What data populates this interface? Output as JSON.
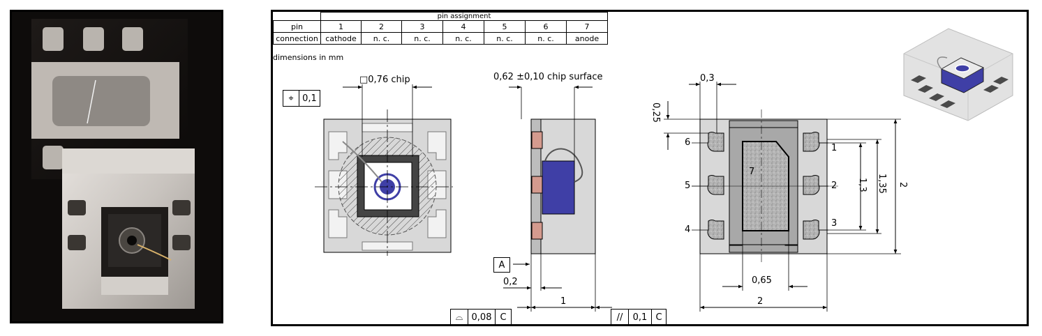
{
  "pin_table": {
    "title": "pin assignment",
    "row_headers": [
      "pin",
      "connection"
    ],
    "pins": [
      "1",
      "2",
      "3",
      "4",
      "5",
      "6",
      "7"
    ],
    "connections": [
      "cathode",
      "n. c.",
      "n. c.",
      "n. c.",
      "n. c.",
      "n. c.",
      "anode"
    ]
  },
  "units_note": "dimensions in mm",
  "dimensions": {
    "chip_size": "□0,76 chip",
    "chip_surface": "0,62 ±0,10 chip surface",
    "pad_width": "0,3",
    "pad_offset": "0,25",
    "pitch_inner": "1,3",
    "pitch_outer": "1,35",
    "body_height": "2",
    "body_width": "2",
    "center_pad_width": "0,65",
    "side_offset": "0,2",
    "side_thickness": "1"
  },
  "pin_labels": {
    "left": [
      "6",
      "5",
      "4"
    ],
    "right": [
      "1",
      "2",
      "3"
    ],
    "center": "7"
  },
  "tolerances": {
    "position": {
      "symbol": "⌖",
      "value": "0,1"
    },
    "profile": {
      "symbol": "⌓",
      "value": "0,08",
      "datum": "C"
    },
    "parallel": {
      "symbol": "//",
      "value": "0,1",
      "datum": "C"
    },
    "datum_a": "A"
  },
  "colors": {
    "sensor_blue": "#3f3fa6",
    "pad_pink": "#d49a8e",
    "body_gray": "#d8d8d8",
    "pad_gray": "#c8c8c8",
    "hatch_gray": "#a8a8a8"
  }
}
